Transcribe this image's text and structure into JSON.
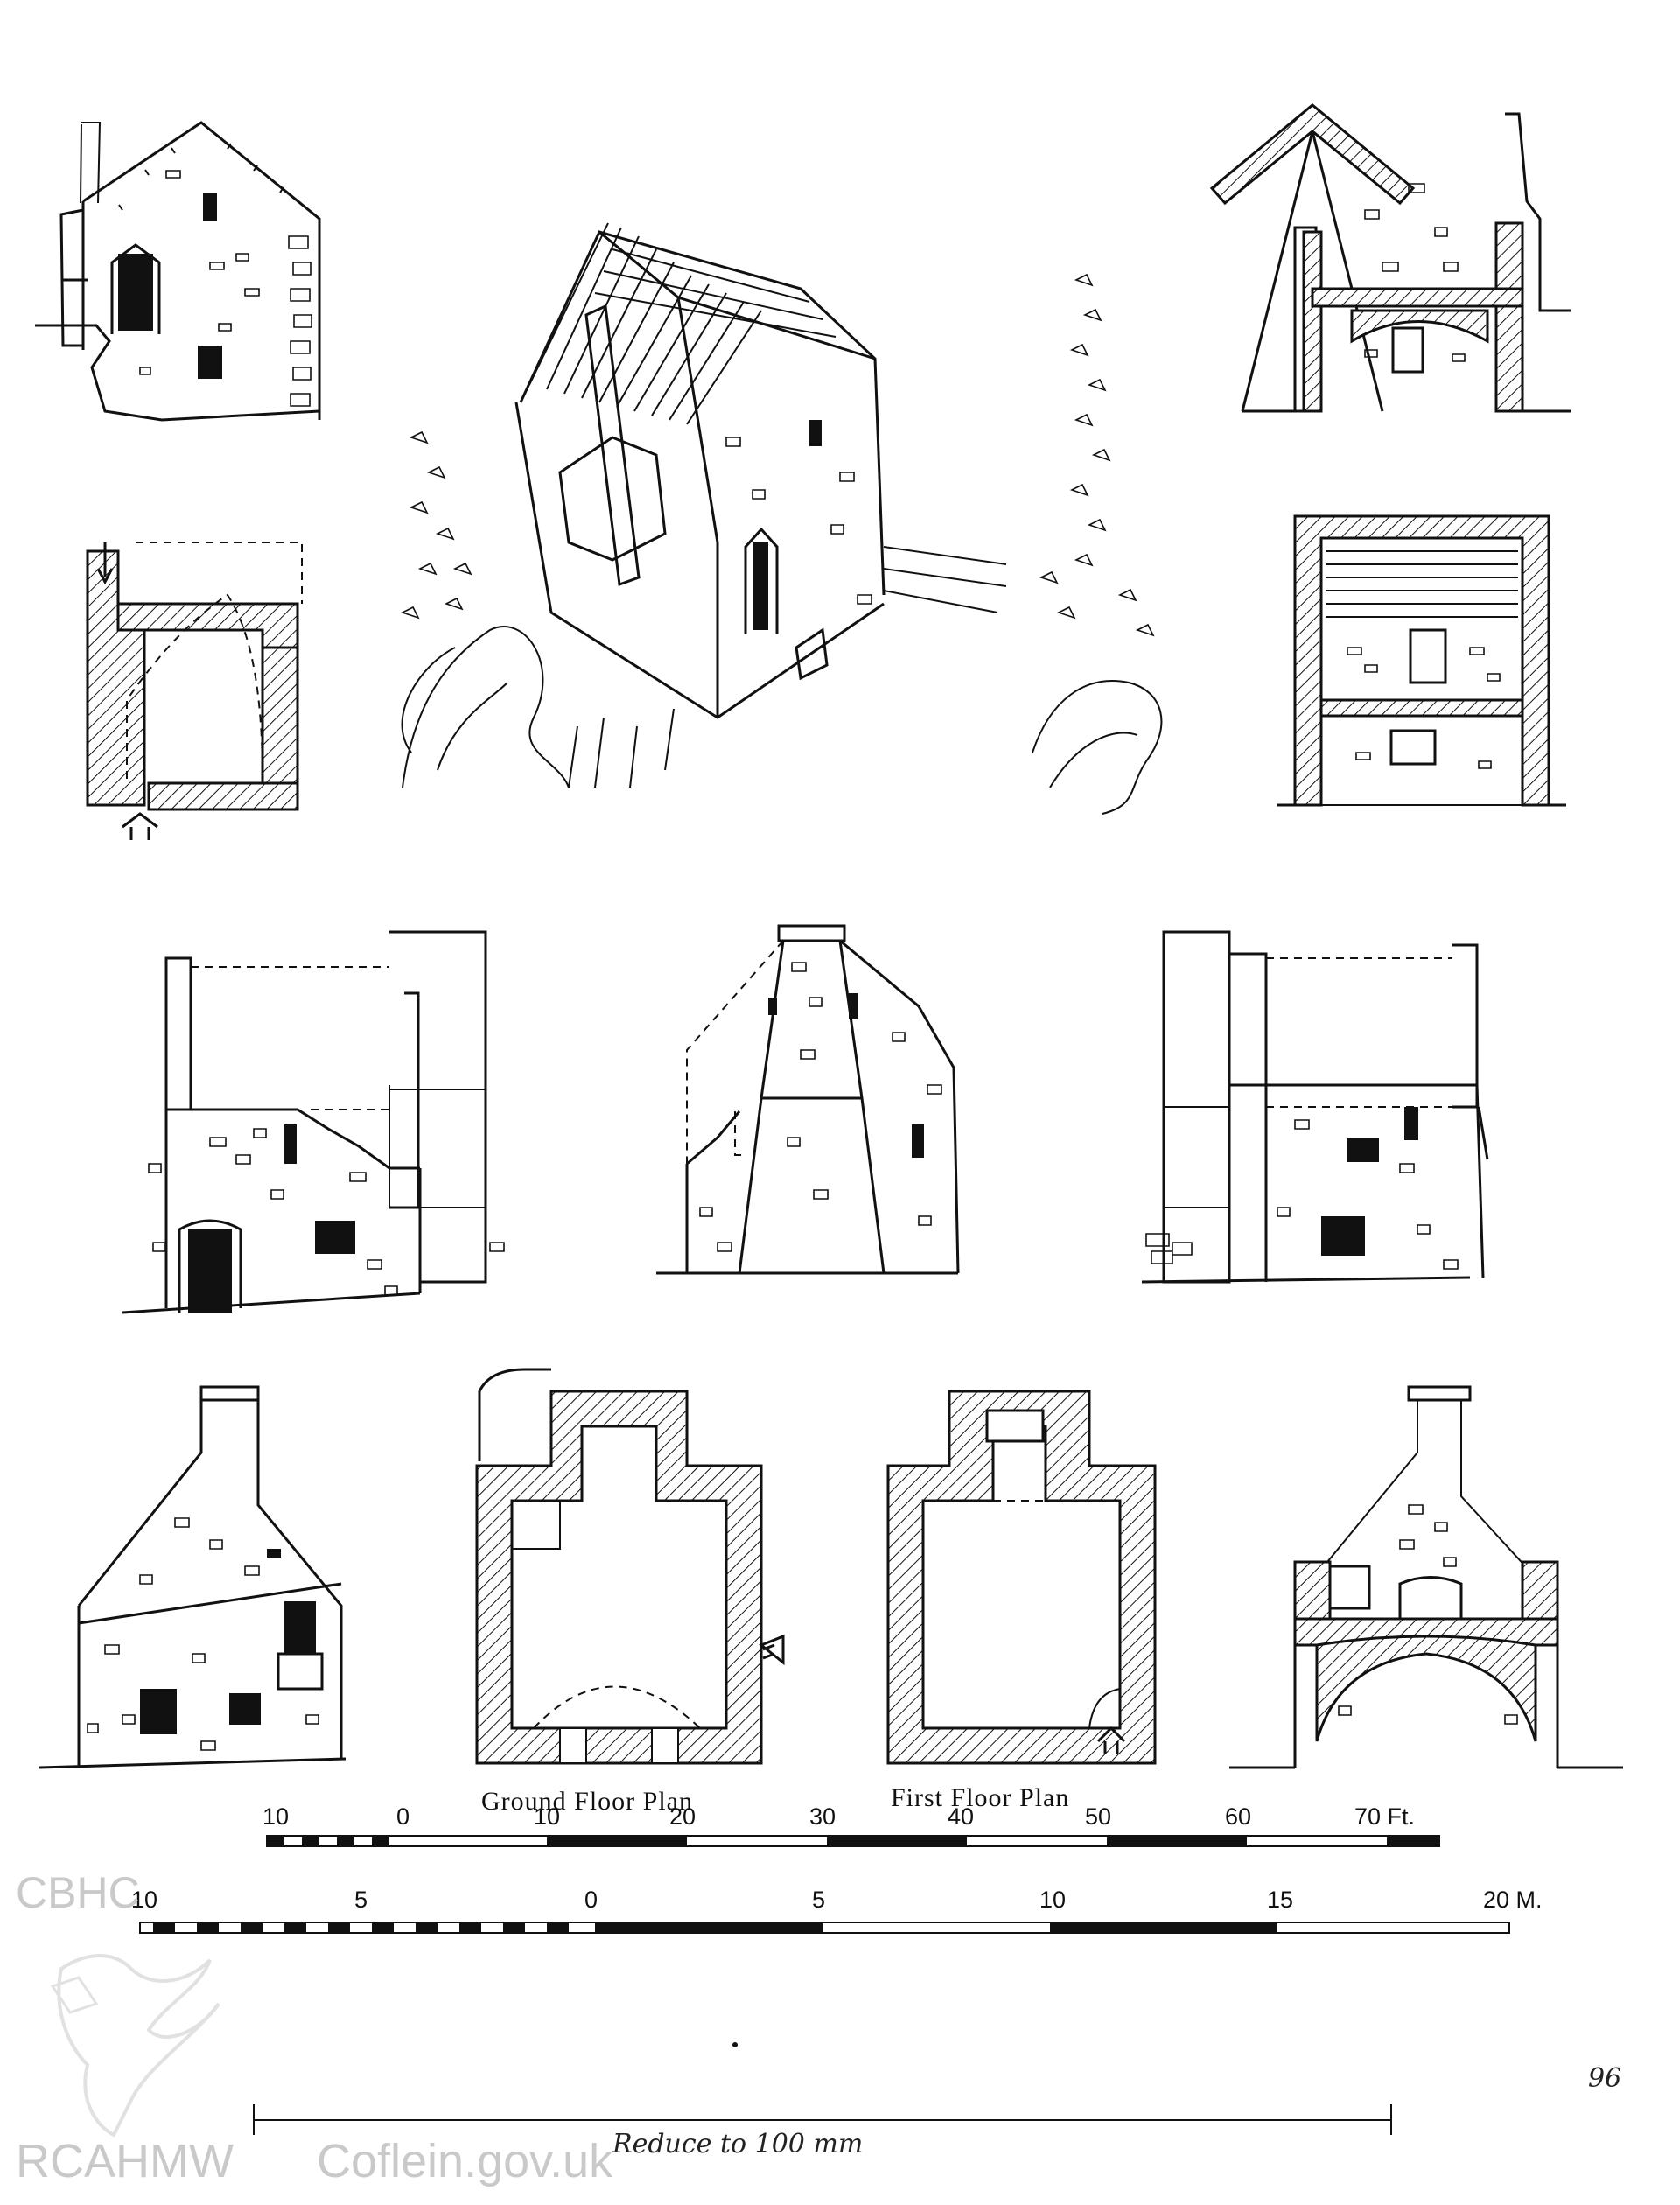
{
  "labels": {
    "ground_floor_plan": "Ground Floor Plan",
    "first_floor_plan": "First Floor Plan"
  },
  "scale_feet": {
    "ticks": [
      "10",
      "0",
      "10",
      "20",
      "30",
      "40",
      "50",
      "60",
      "70 Ft."
    ]
  },
  "scale_metres": {
    "ticks": [
      "10",
      "5",
      "0",
      "5",
      "10",
      "15",
      "20 M."
    ]
  },
  "reduce_note": "Reduce to 100 mm",
  "corner_mark": "96",
  "watermark": {
    "line1": "CBHC",
    "line2": "RCAHMW",
    "url": "Coflein.gov.uk"
  }
}
